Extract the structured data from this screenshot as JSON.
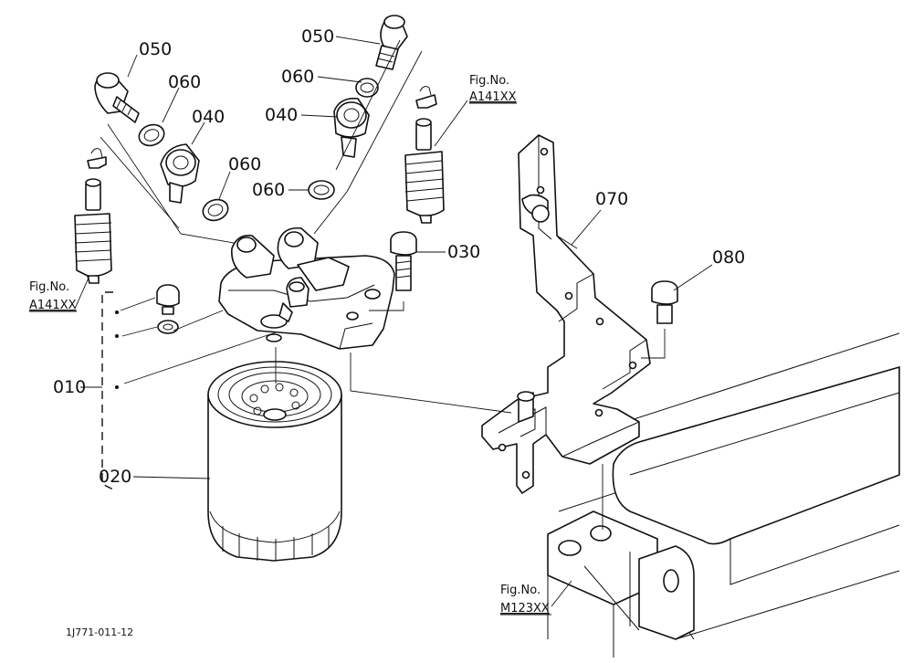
{
  "diagram": {
    "callouts": {
      "part_010": "010",
      "part_020": "020",
      "part_030": "030",
      "part_040_left": "040",
      "part_040_right": "040",
      "part_050_left": "050",
      "part_050_right": "050",
      "part_060_left_upper": "060",
      "part_060_left_lower": "060",
      "part_060_right_upper": "060",
      "part_060_right_lower": "060",
      "part_070": "070",
      "part_080": "080"
    },
    "figure_refs": {
      "left": {
        "label": "Fig.No.",
        "code": "A141XX"
      },
      "top_right": {
        "label": "Fig.No.",
        "code": "A141XX"
      },
      "bottom_right": {
        "label": "Fig.No.",
        "code": "M123XX"
      }
    },
    "drawing_id": "1J771-011-12"
  }
}
